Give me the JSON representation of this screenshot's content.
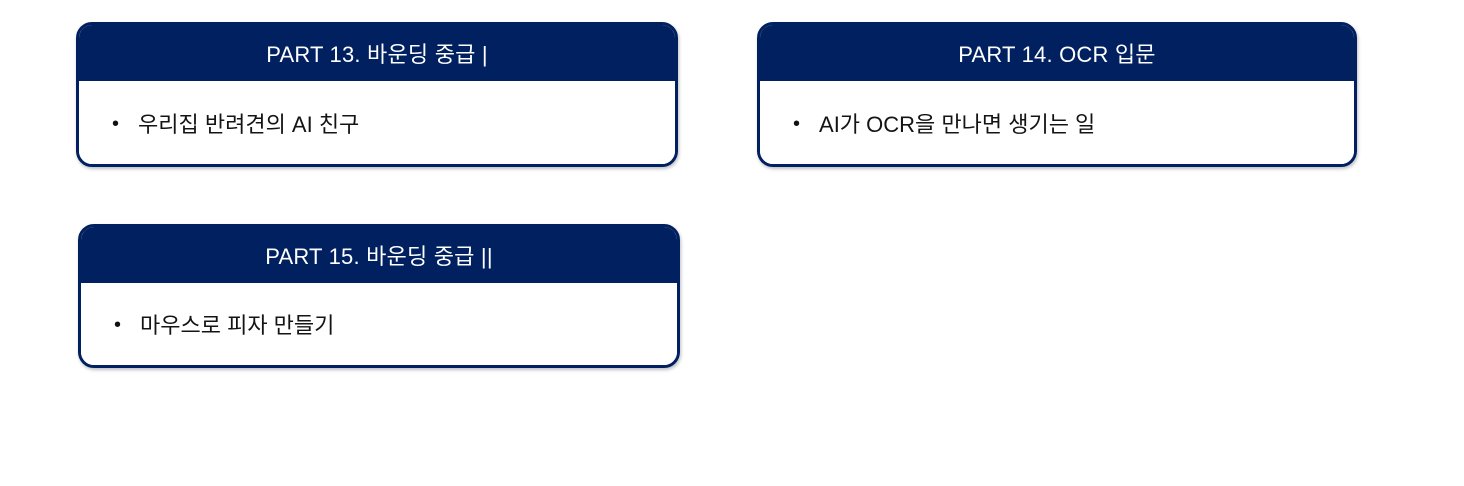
{
  "colors": {
    "header_bg": "#002060",
    "header_text": "#ffffff",
    "card_border": "#002060",
    "card_bg": "#ffffff",
    "body_text": "#141414",
    "page_bg": "#ffffff"
  },
  "bullet_glyph": "•",
  "cards": [
    {
      "title": "PART 13. 바운딩 중급 |",
      "items": [
        "우리집 반려견의 AI 친구"
      ]
    },
    {
      "title": "PART 14. OCR 입문",
      "items": [
        "AI가 OCR을 만나면 생기는 일"
      ]
    },
    {
      "title": "PART 15. 바운딩 중급 ||",
      "items": [
        "마우스로 피자 만들기"
      ]
    }
  ]
}
